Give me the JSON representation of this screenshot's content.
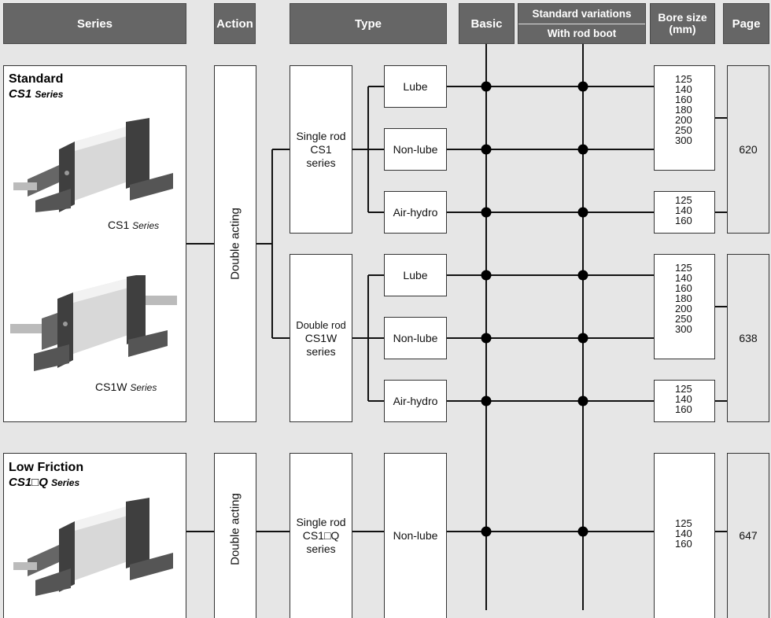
{
  "headers": {
    "series": "Series",
    "action": "Action",
    "type": "Type",
    "basic": "Basic",
    "std_variations": "Standard variations",
    "with_rod_boot": "With rod boot",
    "bore_size": "Bore size",
    "bore_unit": "(mm)",
    "page": "Page"
  },
  "standard": {
    "title": "Standard",
    "subtitle": "CS1",
    "subtitle_suffix": "Series",
    "image1_label": "CS1",
    "image1_suffix": "Series",
    "image2_label": "CS1W",
    "image2_suffix": "Series",
    "action": "Double acting",
    "single": {
      "line1": "Single rod",
      "line2": "CS1",
      "line3": "series"
    },
    "double": {
      "line1": "Double rod",
      "line2": "CS1W",
      "line3": "series"
    },
    "types": [
      "Lube",
      "Non-lube",
      "Air-hydro",
      "Lube",
      "Non-lube",
      "Air-hydro"
    ],
    "bores_full": [
      "125",
      "140",
      "160",
      "180",
      "200",
      "250",
      "300"
    ],
    "bores_short": [
      "125",
      "140",
      "160"
    ],
    "page_single": "620",
    "page_double": "638"
  },
  "low_friction": {
    "title": "Low Friction",
    "subtitle": "CS1□Q",
    "subtitle_suffix": "Series",
    "action": "Double acting",
    "single": {
      "line1": "Single rod",
      "line2": "CS1□Q",
      "line3": "series"
    },
    "type": "Non-lube",
    "bores": [
      "125",
      "140",
      "160"
    ],
    "page": "647"
  }
}
